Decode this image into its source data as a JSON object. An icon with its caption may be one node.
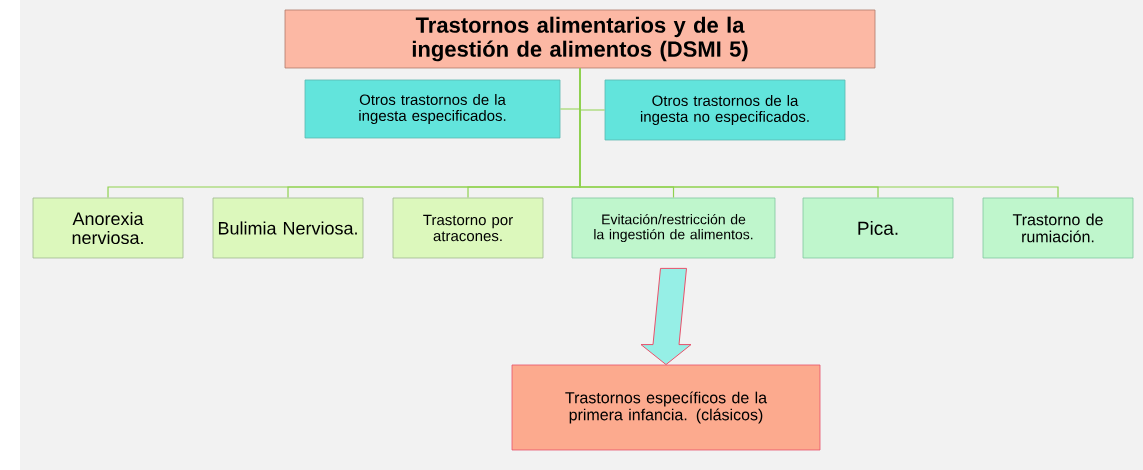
{
  "diagram": {
    "nodes": [
      {
        "text": [
          "Trastornos alimentarios y de la ingestión de alimentos (DSMI 5)"
        ]
      },
      {
        "text": [
          "Otros trastornos de la ingesta especificados."
        ]
      },
      {
        "text": [
          "Otros trastornos de la ingesta no especificados."
        ]
      },
      {
        "text": [
          "Anorexia nerviosa."
        ]
      },
      {
        "text": [
          "Bulimia Nerviosa."
        ]
      },
      {
        "text": [
          "Trastorno por atracones."
        ]
      },
      {
        "text": [
          "Evitación/restricción de la ingestión de alimentos."
        ]
      },
      {
        "text": [
          "Pica."
        ]
      },
      {
        "text": [
          "Trastorno de rumiación."
        ]
      },
      {
        "text": [
          "Trastornos específicos de la primera infancia. (clásicos)"
        ]
      }
    ],
    "edges": [
      {
        "from": 0,
        "to": 1,
        "arrow": "none"
      },
      {
        "from": 0,
        "to": 2,
        "arrow": "none"
      },
      {
        "from": 0,
        "to": 3,
        "arrow": "none"
      },
      {
        "from": 0,
        "to": 4,
        "arrow": "none"
      },
      {
        "from": 0,
        "to": 5,
        "arrow": "none"
      },
      {
        "from": 0,
        "to": 6,
        "arrow": "none"
      },
      {
        "from": 0,
        "to": 7,
        "arrow": "none"
      },
      {
        "from": 0,
        "to": 8,
        "arrow": "none"
      },
      {
        "from": 6,
        "to": 9,
        "arrow": "to",
        "style": "thick",
        "color": "#e8506a"
      }
    ]
  }
}
